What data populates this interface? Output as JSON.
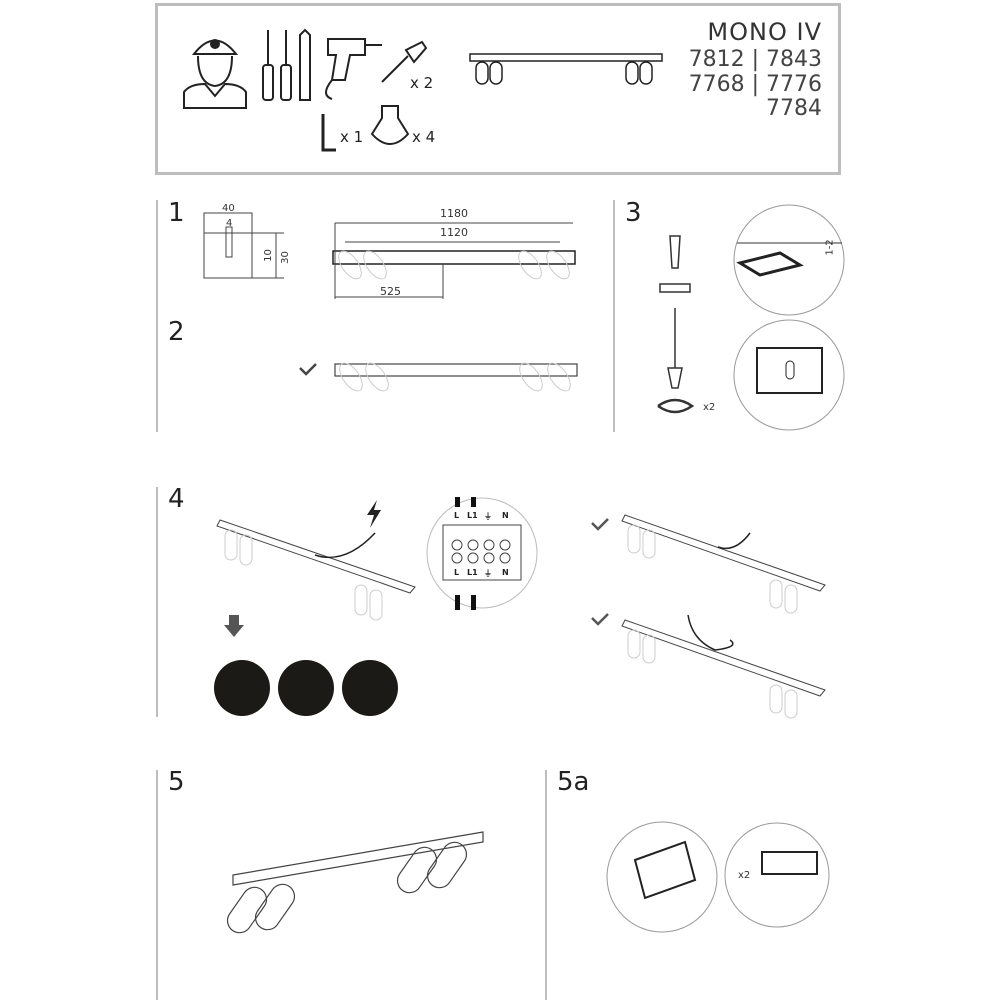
{
  "header": {
    "title": "MONO IV",
    "codes": [
      "7812 | 7843",
      "7768 | 7776",
      "7784"
    ],
    "qty_anchor": "x 2",
    "qty_hexkey": "x 1",
    "qty_bulb": "x 4"
  },
  "steps": {
    "s1": "1",
    "s2": "2",
    "s3": "3",
    "s4": "4",
    "s5": "5",
    "s5a": "5a"
  },
  "step1": {
    "bracket_width": "40",
    "slot_width": "4",
    "slot_height": "10",
    "bracket_height": "30",
    "overall_length": "1180",
    "mount_distance": "1120",
    "center_distance": "525"
  },
  "step3": {
    "gap": "1-2",
    "screws_qty": "x2"
  },
  "step4": {
    "terminal_top": [
      "L",
      "L1",
      "⏚",
      "N"
    ],
    "terminal_bottom": [
      "L",
      "L1",
      "⏚",
      "N"
    ]
  },
  "step5a": {
    "qty": "x2"
  },
  "colors": {
    "line": "#222222",
    "frame": "#bdbdbd",
    "disc": "#1c1a17"
  }
}
